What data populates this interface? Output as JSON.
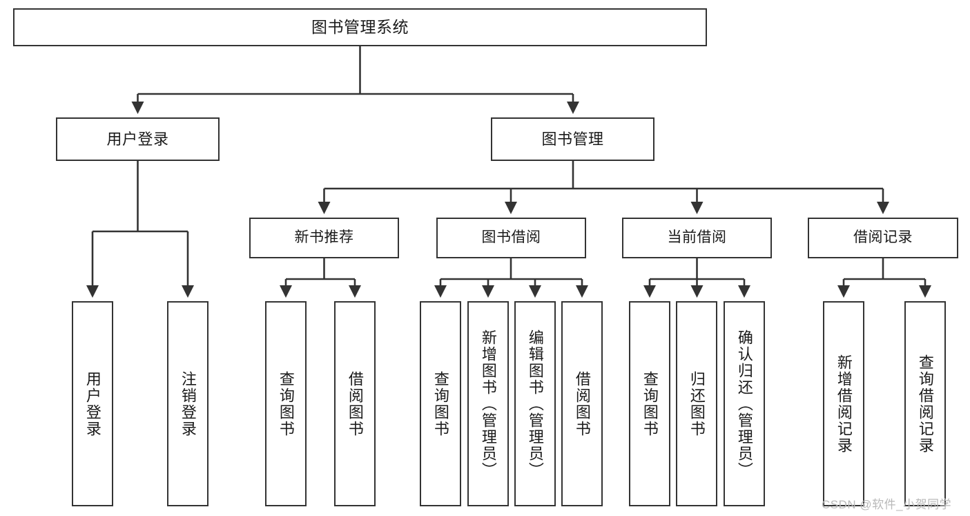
{
  "diagram": {
    "title": "图书管理系统",
    "type": "hierarchy-tree",
    "root": {
      "label": "图书管理系统"
    },
    "level2": [
      {
        "label": "用户登录"
      },
      {
        "label": "图书管理"
      }
    ],
    "level3": [
      {
        "label": "新书推荐"
      },
      {
        "label": "图书借阅"
      },
      {
        "label": "当前借阅"
      },
      {
        "label": "借阅记录"
      }
    ],
    "leaves": {
      "user_login": [
        {
          "label": "用户登录"
        },
        {
          "label": "注销登录"
        }
      ],
      "new_book_recommend": [
        {
          "label": "查询图书"
        },
        {
          "label": "借阅图书"
        }
      ],
      "book_borrow": [
        {
          "label": "查询图书"
        },
        {
          "label": "新增图书（管理员）"
        },
        {
          "label": "编辑图书（管理员）"
        },
        {
          "label": "借阅图书"
        }
      ],
      "current_borrow": [
        {
          "label": "查询图书"
        },
        {
          "label": "归还图书"
        },
        {
          "label": "确认归还（管理员）"
        }
      ],
      "borrow_record": [
        {
          "label": "新增借阅记录"
        },
        {
          "label": "查询借阅记录"
        }
      ]
    }
  },
  "watermark": {
    "text": "CSDN @软件_小贺同学"
  },
  "colors": {
    "border": "#333333",
    "text": "#1a1a1a",
    "background": "#ffffff",
    "watermark": "#b9b9b9"
  }
}
